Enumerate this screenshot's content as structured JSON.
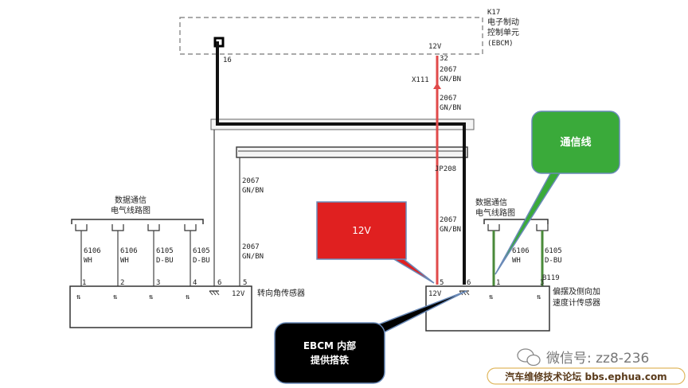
{
  "module_ebcm": {
    "id": "K17",
    "name_line1": "电子制动",
    "name_line2": "控制单元",
    "name_line3": "(EBCM)",
    "pin_ground": "16",
    "pin_power": "32",
    "supply_label": "12V"
  },
  "connector_x111": "X111",
  "connector_jp208": "JP208",
  "wire_2067": {
    "circuit": "2067",
    "color": "GN/BN"
  },
  "data_comm": {
    "line1": "数据通信",
    "line2": "电气线路图"
  },
  "steering_sensor": {
    "name": "转向角传感器",
    "pins": [
      "1",
      "2",
      "3",
      "4",
      "6",
      "5"
    ],
    "wires": [
      {
        "circuit": "6106",
        "color": "WH"
      },
      {
        "circuit": "6106",
        "color": "WH"
      },
      {
        "circuit": "6105",
        "color": "D-BU"
      },
      {
        "circuit": "6105",
        "color": "D-BU"
      }
    ],
    "supply_label": "12V"
  },
  "yaw_sensor": {
    "id": "B119",
    "name_line1": "偏摆及侧向加",
    "name_line2": "速度计传感器",
    "pins": [
      "5",
      "6",
      "1",
      "3"
    ],
    "wires": [
      {
        "circuit": "6106",
        "color": "WH"
      },
      {
        "circuit": "6105",
        "color": "D-BU"
      }
    ],
    "supply_label": "12V"
  },
  "callouts": {
    "comm": "通信线",
    "power": "12V",
    "ground_line1": "EBCM 内部",
    "ground_line2": "提供搭铁"
  },
  "watermark": {
    "wechat": "微信号: zz8-236",
    "forum": "汽车维修技术论坛 bbs.ephua.com"
  },
  "colors": {
    "power_wire": "#e04a4a",
    "comm_wire": "#4a8a3a",
    "callout_red": "#e02020",
    "callout_green": "#3aaa3a",
    "callout_black": "#000000",
    "pointer_line": "#6a8ab8"
  }
}
